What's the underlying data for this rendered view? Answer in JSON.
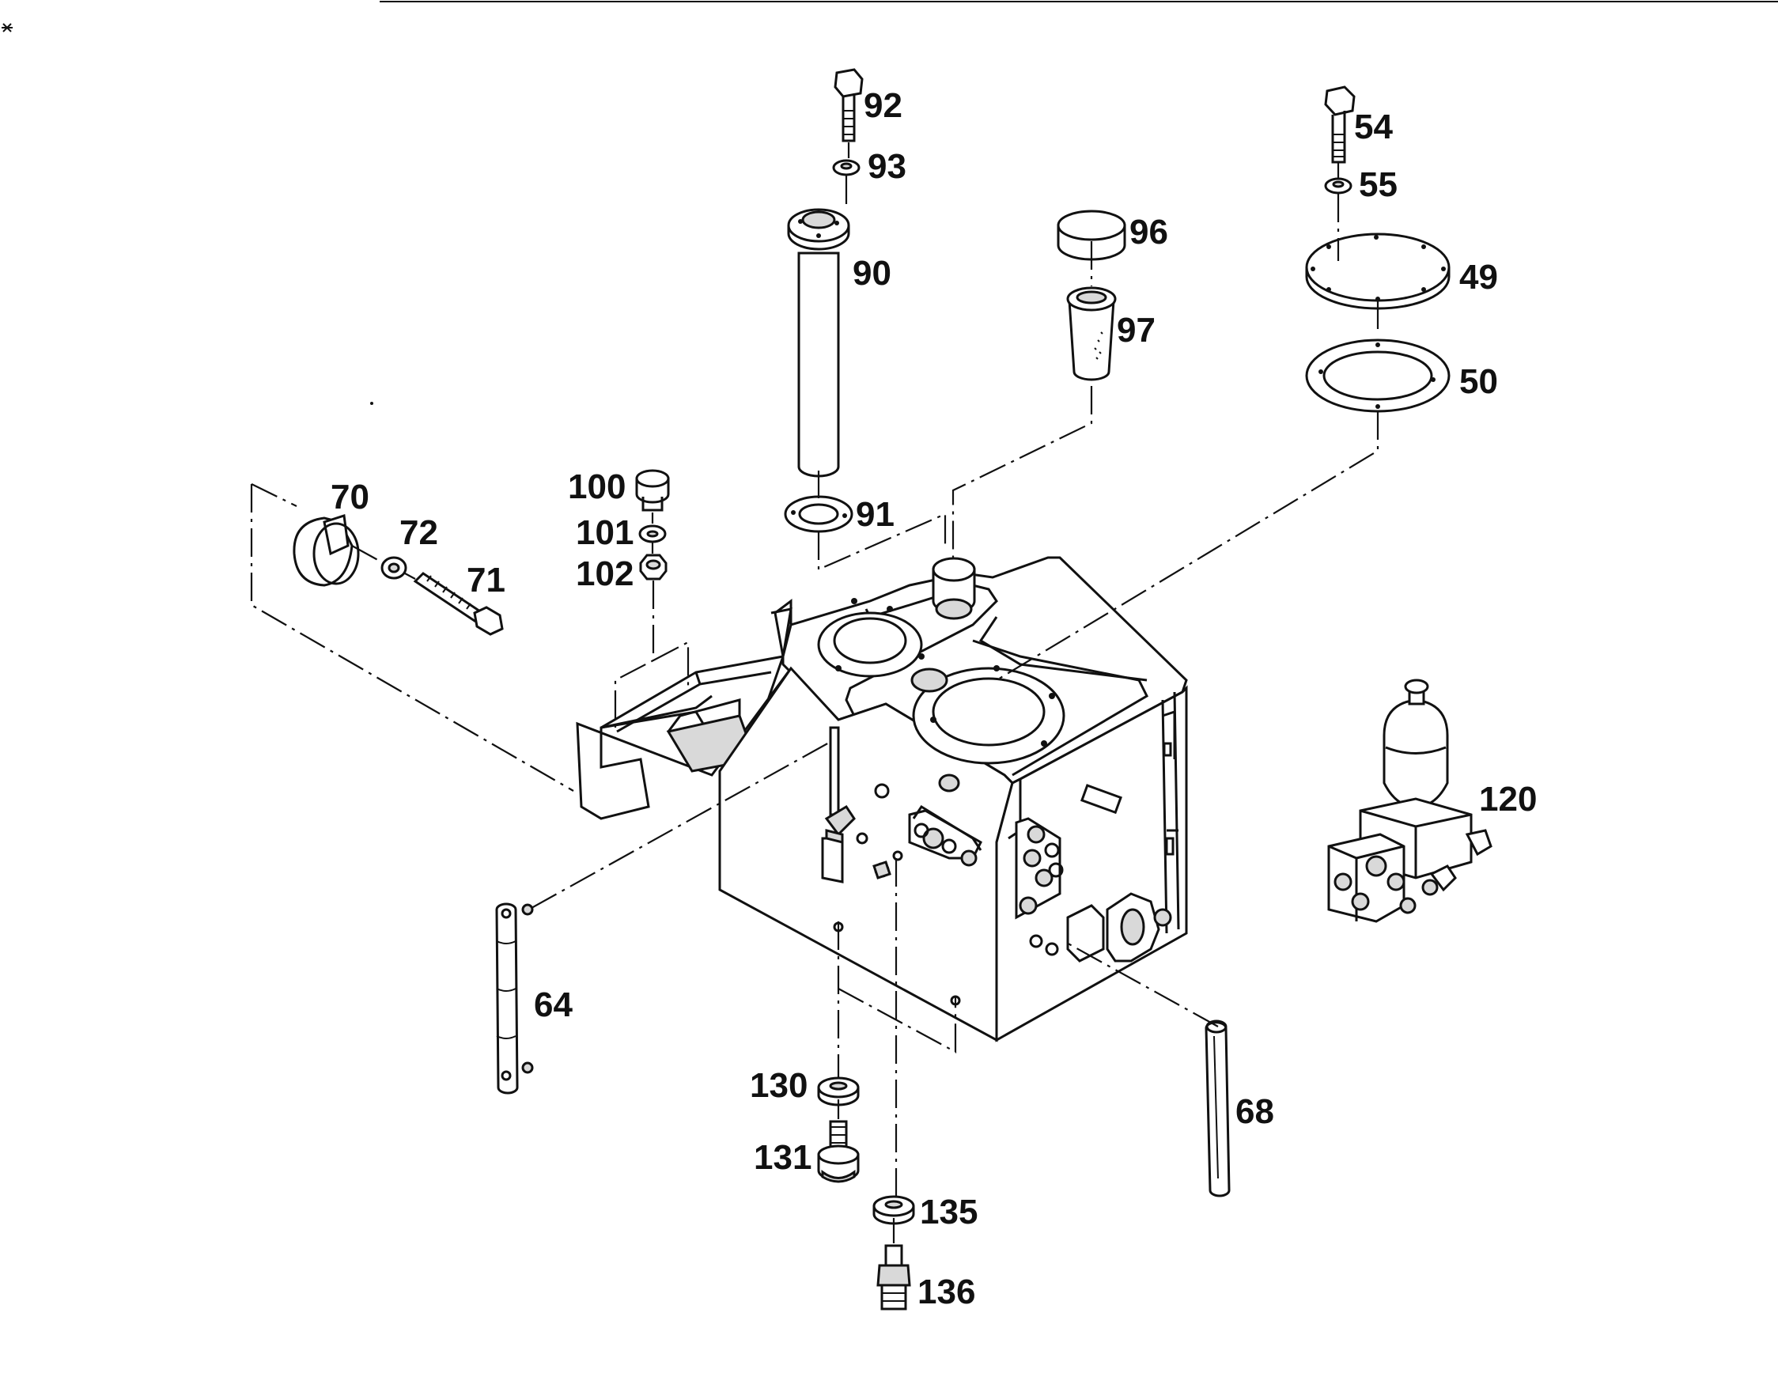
{
  "parts": [
    {
      "ref": "92"
    },
    {
      "ref": "93"
    },
    {
      "ref": "90"
    },
    {
      "ref": "91"
    },
    {
      "ref": "96"
    },
    {
      "ref": "97"
    },
    {
      "ref": "54"
    },
    {
      "ref": "55"
    },
    {
      "ref": "49"
    },
    {
      "ref": "50"
    },
    {
      "ref": "70"
    },
    {
      "ref": "72"
    },
    {
      "ref": "71"
    },
    {
      "ref": "100"
    },
    {
      "ref": "101"
    },
    {
      "ref": "102"
    },
    {
      "ref": "120"
    },
    {
      "ref": "64"
    },
    {
      "ref": "68"
    },
    {
      "ref": "130"
    },
    {
      "ref": "131"
    },
    {
      "ref": "135"
    },
    {
      "ref": "136"
    }
  ]
}
